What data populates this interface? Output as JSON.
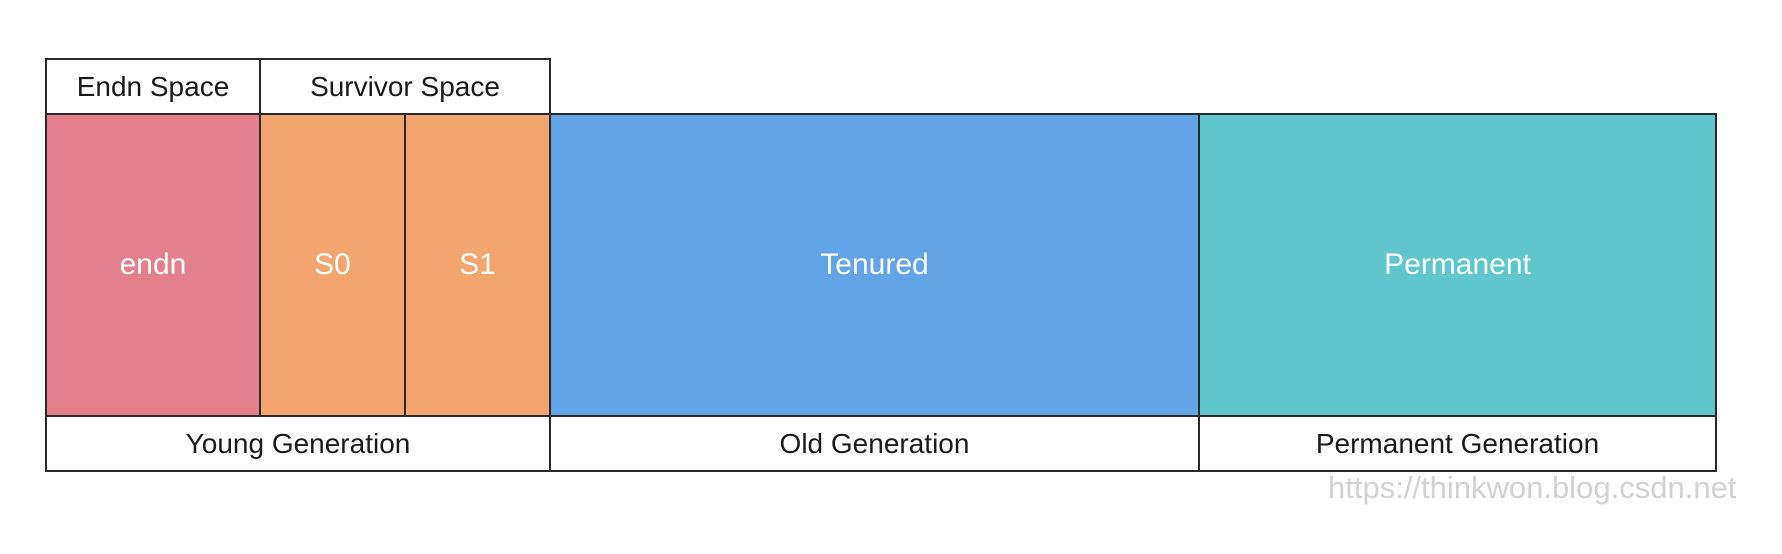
{
  "headers": {
    "eden_space": "Endn Space",
    "survivor_space": "Survivor Space"
  },
  "regions": {
    "eden": "endn",
    "s0": "S0",
    "s1": "S1",
    "tenured": "Tenured",
    "permanent": "Permanent"
  },
  "generations": {
    "young": "Young Generation",
    "old": "Old Generation",
    "permanent": "Permanent Generation"
  },
  "colors": {
    "eden": "#e4808d",
    "survivor": "#f2a56e",
    "tenured": "#62a4e5",
    "permanent": "#5ec6cc",
    "border": "#2a2a2a"
  },
  "watermark": "https://thinkwon.blog.csdn.net"
}
